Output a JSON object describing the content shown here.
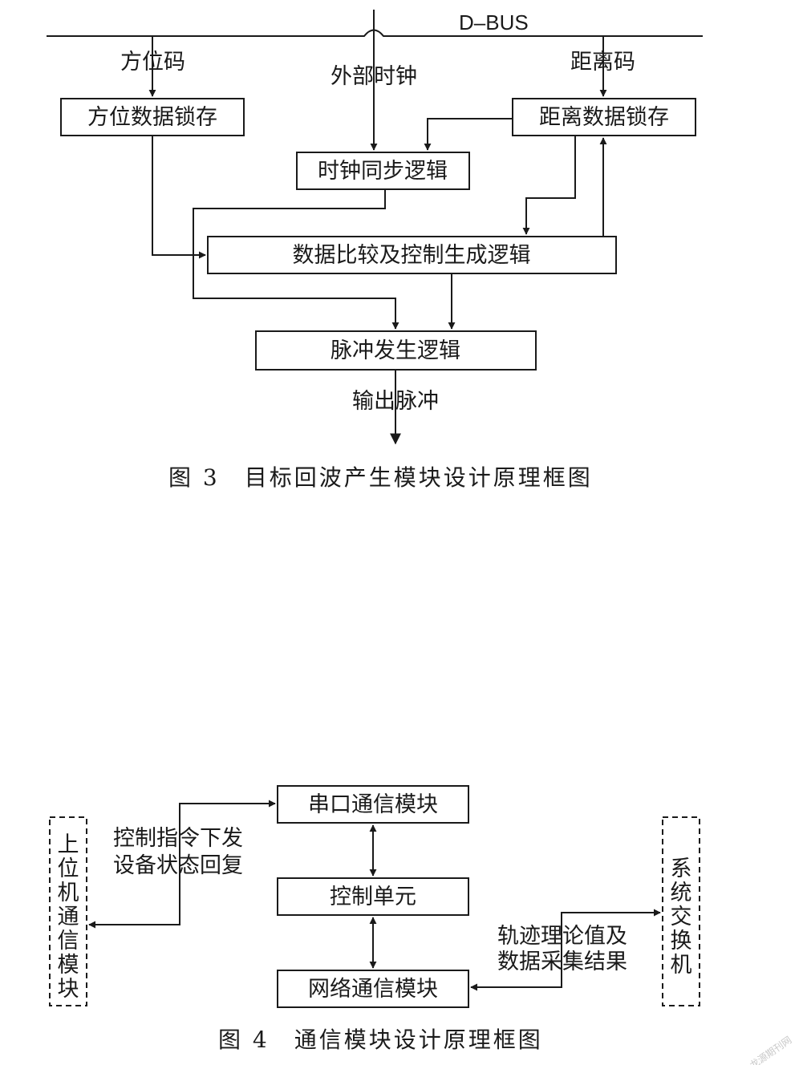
{
  "fig3": {
    "bus_label": "D–BUS",
    "azimuth_code": "方位码",
    "external_clock": "外部时钟",
    "range_code": "距离码",
    "azimuth_latch": "方位数据锁存",
    "range_latch": "距离数据锁存",
    "clock_sync": "时钟同步逻辑",
    "compare_logic": "数据比较及控制生成逻辑",
    "pulse_logic": "脉冲发生逻辑",
    "output_pulse": "输出脉冲",
    "caption": "图 3　目标回波产生模块设计原理框图"
  },
  "fig4": {
    "host_comm": [
      "上",
      "位",
      "机",
      "通",
      "信",
      "模",
      "块"
    ],
    "serial_module": "串口通信模块",
    "control_unit": "控制单元",
    "network_module": "网络通信模块",
    "switch": [
      "系",
      "统",
      "交",
      "换",
      "机"
    ],
    "label_ctrl_1": "控制指令下发",
    "label_ctrl_2": "设备状态回复",
    "label_traj_1": "轨迹理论值及",
    "label_traj_2": "数据采集结果",
    "caption": "图 4　通信模块设计原理框图"
  },
  "watermark": "龙源期刊网"
}
